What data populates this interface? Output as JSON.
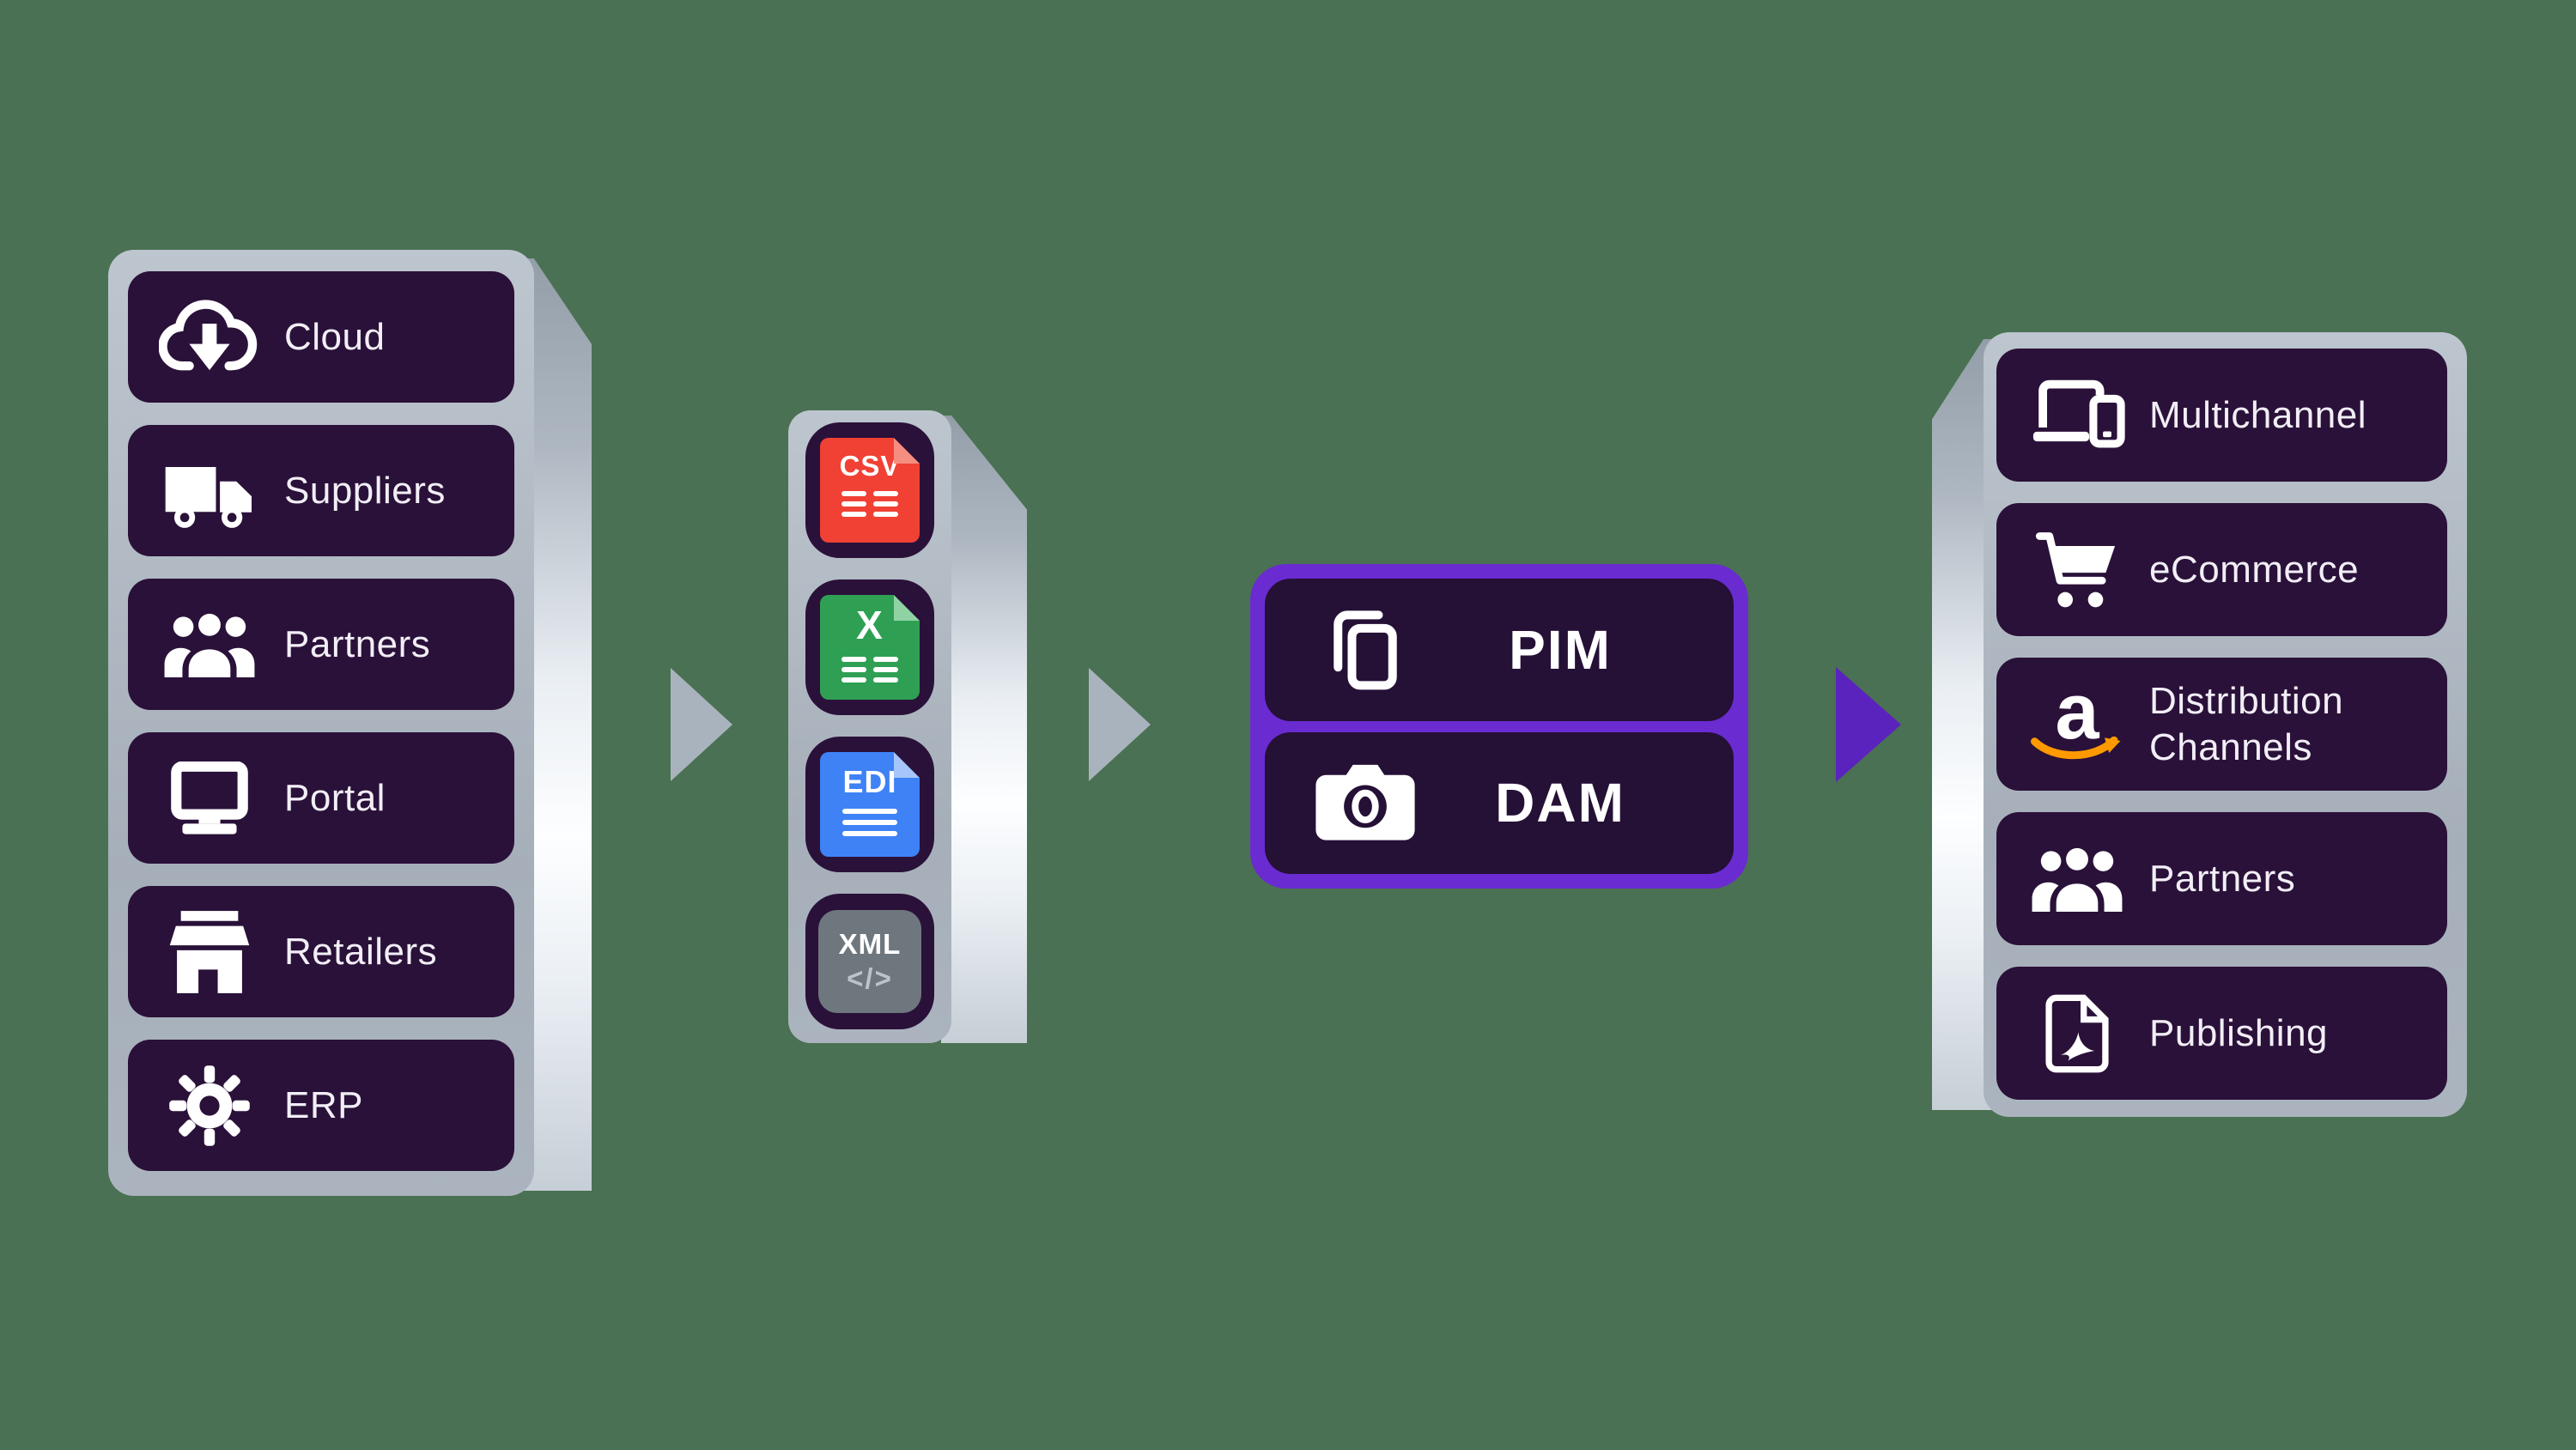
{
  "diagram": {
    "background_color": "#4A7153",
    "panel_silver_color": "#A9B2BC",
    "box_color": "#2A1139",
    "text_color": "#F2EEF6"
  },
  "sources_panel": {
    "items": [
      {
        "label": "Cloud",
        "icon": "cloud-download-icon"
      },
      {
        "label": "Suppliers",
        "icon": "truck-icon"
      },
      {
        "label": "Partners",
        "icon": "people-icon"
      },
      {
        "label": "Portal",
        "icon": "monitor-icon"
      },
      {
        "label": "Retailers",
        "icon": "storefront-icon"
      },
      {
        "label": "ERP",
        "icon": "gear-icon"
      }
    ]
  },
  "formats_panel": {
    "items": [
      {
        "label": "CSV",
        "kind": "file",
        "color": "#F04134",
        "fold_color": "#F58E80"
      },
      {
        "label": "X",
        "kind": "file",
        "color": "#2FA053",
        "fold_color": "#8FD3A5"
      },
      {
        "label": "EDI",
        "kind": "file",
        "color": "#3E82F6",
        "fold_color": "#A6C6FA"
      },
      {
        "label": "XML",
        "sublabel": "</>",
        "kind": "badge",
        "color": "#6F777E"
      }
    ]
  },
  "core_system": {
    "accent_color": "#6A2BD1",
    "inner_color": "#251036",
    "items": [
      {
        "label": "PIM",
        "icon": "copy-icon"
      },
      {
        "label": "DAM",
        "icon": "camera-icon"
      }
    ]
  },
  "channels_panel": {
    "items": [
      {
        "label": "Multichannel",
        "icon": "devices-icon"
      },
      {
        "label": "eCommerce",
        "icon": "shopping-cart-icon"
      },
      {
        "label": "Distribution Channels",
        "icon": "amazon-icon",
        "amazon_letter": "a",
        "swoosh_color": "#FF9900"
      },
      {
        "label": "Partners",
        "icon": "people-icon"
      },
      {
        "label": "Publishing",
        "icon": "pdf-icon"
      }
    ]
  },
  "arrows": {
    "items": [
      {
        "name": "flow-arrow-1",
        "color": "#A9B3BD"
      },
      {
        "name": "flow-arrow-2",
        "color": "#A9B3BD"
      },
      {
        "name": "flow-arrow-3",
        "color": "#5B23BD"
      }
    ]
  }
}
